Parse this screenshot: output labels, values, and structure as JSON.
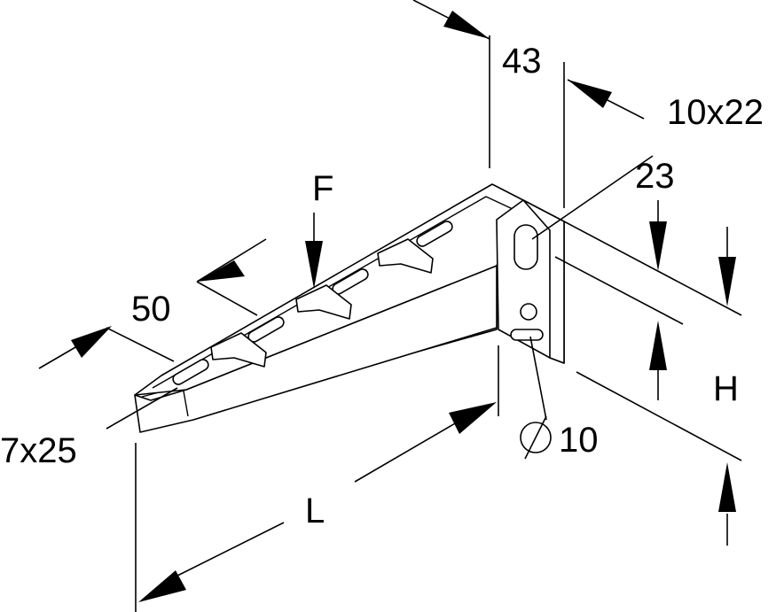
{
  "drawing": {
    "labels": {
      "width_top": "43",
      "slot_wall": "10x22",
      "height_23": "23",
      "force": "F",
      "pitch": "50",
      "slot_arm": "7x25",
      "height_h": "H",
      "hole_diameter": "10",
      "length": "L"
    },
    "colors": {
      "line": "#000000",
      "background": "#ffffff"
    }
  }
}
